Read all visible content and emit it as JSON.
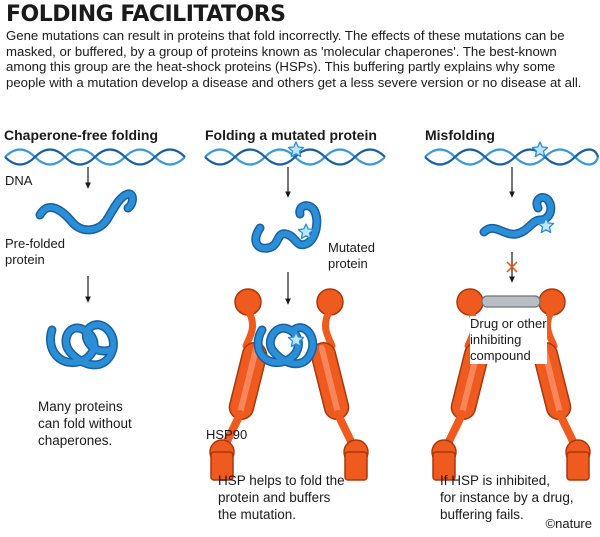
{
  "title": "FOLDING FACILITATORS",
  "intro": "Gene mutations can result in proteins that fold incorrectly. The effects of these mutations can be masked, or buffered, by a group of proteins known as 'molecular chaperones'. The best-known among this group are the heat-shock proteins (HSPs). This buffering partly explains why some people with a mutation develop a disease and others get a less severe version or no disease at all.",
  "columns": [
    {
      "title": "Chaperone-free folding",
      "labels": {
        "dna": "DNA",
        "prefolded": "Pre-folded\nprotein"
      },
      "caption": "Many proteins\ncan fold without\nchaperones."
    },
    {
      "title": "Folding a mutated protein",
      "labels": {
        "mutated": "Mutated\nprotein",
        "hsp": "HSP90"
      },
      "caption": "HSP helps to fold the\nprotein and buffers\nthe mutation."
    },
    {
      "title": "Misfolding",
      "labels": {
        "drug": "Drug or other\ninhibiting\ncompound"
      },
      "caption": "If HSP is inhibited,\nfor instance by a drug,\nbuffering fails."
    }
  ],
  "brand": "©nature",
  "colors": {
    "protein": "#2a8fd6",
    "protein_dark": "#1a5fa0",
    "hsp": "#ef5a1e",
    "hsp_dark": "#a8380c",
    "dna": "#3a9ad9",
    "mutation": "#7fc8ef",
    "drug": "#b9bec4"
  }
}
